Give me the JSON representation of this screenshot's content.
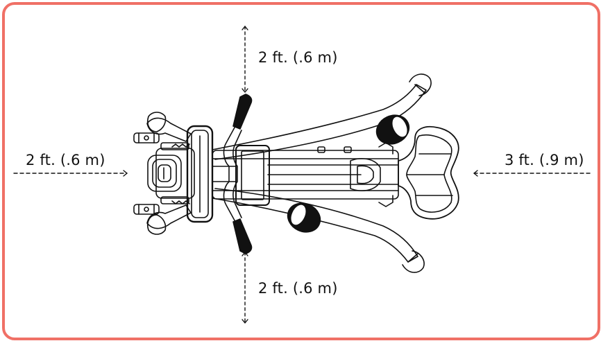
{
  "clearance": {
    "top": "2 ft. (.6 m)",
    "bottom": "2 ft. (.6 m)",
    "left": "2 ft. (.6 m)",
    "right": "3 ft. (.9 m)"
  },
  "colors": {
    "frame_border": "#f07066",
    "line": "#111111"
  }
}
